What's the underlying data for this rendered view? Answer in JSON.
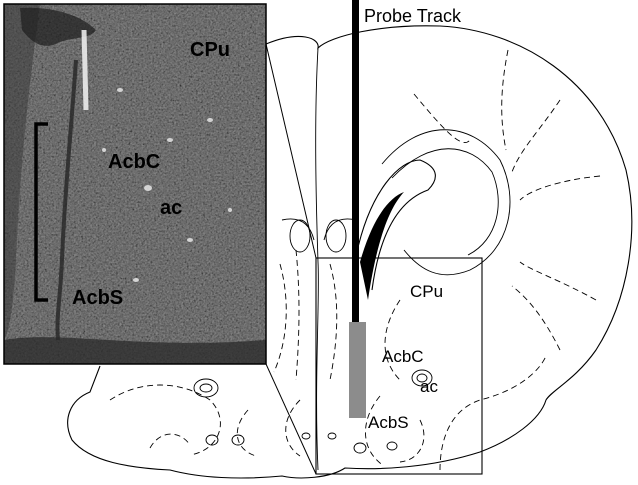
{
  "labels": {
    "probe_track": "Probe Track",
    "photo_cpu": "CPu",
    "photo_acbc": "AcbC",
    "photo_ac": "ac",
    "photo_acbs": "AcbS",
    "atlas_cpu": "CPu",
    "atlas_acbc": "AcbC",
    "atlas_ac": "ac",
    "atlas_acbs": "AcbS"
  },
  "colors": {
    "photo_base": "#8a8a8a",
    "probe_line": "#000000",
    "probe_membrane": "#8c8c8c"
  }
}
